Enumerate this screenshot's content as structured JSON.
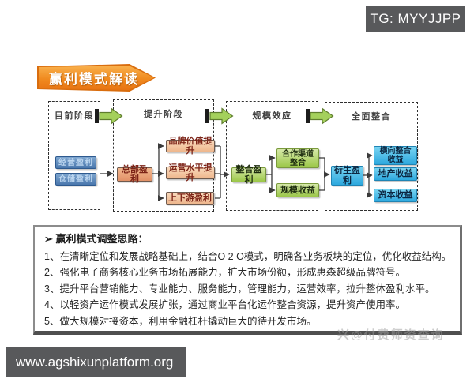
{
  "badge": {
    "label": "TG: MYYJJPP"
  },
  "banner": {
    "title": "赢利模式解读"
  },
  "flowchart": {
    "stage_labels": [
      "目前阶段",
      "提升阶段",
      "规模效应",
      "全面整合"
    ],
    "boxes": {
      "operating_profit": "经营盈利",
      "warehouse_profit": "仓储盈利",
      "hq_profit": "总部盈利",
      "brand_value": "品牌价值提升",
      "operation_level": "运营水平提升",
      "upstream_downstream": "上下游盈利",
      "integrated_profit": "整合盈利",
      "channel_integration": "合作渠道整合",
      "scale_income": "规模收益",
      "derived_profit": "衍生盈利",
      "horizontal_income": "横向整合收益",
      "realestate_income": "地产收益",
      "capital_income": "资本收益"
    }
  },
  "notes": {
    "heading": "➢ 赢利模式调整思路：",
    "items": [
      "1、在清晰定位和发展战略基础上，结合O 2 O模式，明确各业务板块的定位，优化收益结构。",
      "2、强化电子商务核心业务市场拓展能力，扩大市场份额，形成惠森超级品牌符号。",
      "3、提升平台营销能力、专业能力、服务能力，管理能力，运营效率，拉升整体盈利水平。",
      "4、以轻资产运作模式发展扩张，通过商业平台化运作整合资源，提升资产使用率。",
      "5、做大规模对接资本，利用金融杠杆撬动巨大的待开发市场。"
    ]
  },
  "watermark": {
    "text": "兴@付费师资查询"
  },
  "footer": {
    "url": "www.agshixunplatform.org"
  },
  "colors": {
    "badge_gray": "#58595b",
    "banner_orange": "#f08a1f",
    "node_blue": "#4a77ad",
    "node_salmon": "#eeb68c",
    "node_green": "#9bc748",
    "node_cyan": "#2da8de",
    "dashed_border": "#2f2f2f"
  }
}
